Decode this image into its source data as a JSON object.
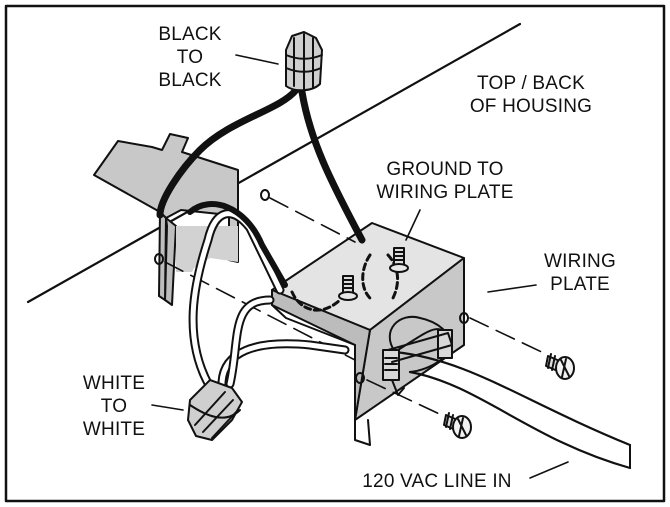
{
  "labels": {
    "black_to_black": [
      "BLACK",
      "TO",
      "BLACK"
    ],
    "top_back_housing": [
      "TOP / BACK",
      "OF HOUSING"
    ],
    "ground_to_plate": [
      "GROUND TO",
      "WIRING PLATE"
    ],
    "wiring_plate": [
      "WIRING",
      "PLATE"
    ],
    "white_to_white": [
      "WHITE",
      "TO",
      "WHITE"
    ],
    "line_in": [
      "120 VAC LINE IN"
    ]
  },
  "colors": {
    "ink": "#111111",
    "metal": "#c8c8c8",
    "metal_light": "#dcdcdc",
    "wire_white": "#ffffff"
  }
}
